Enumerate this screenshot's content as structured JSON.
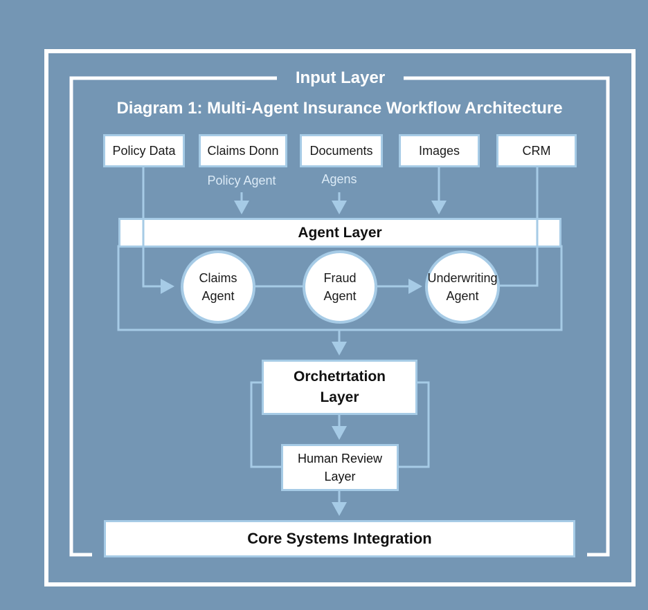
{
  "diagram": {
    "frame_label": "Input Layer",
    "title": "Diagram 1: Multi-Agent Insurance Workflow Architecture",
    "inputs": [
      {
        "label": "Policy Data"
      },
      {
        "label": "Claims Donn"
      },
      {
        "label": "Documents"
      },
      {
        "label": "Images"
      },
      {
        "label": "CRM"
      }
    ],
    "input_sublabels": [
      "Policy Agent",
      "Agens"
    ],
    "agent_layer": {
      "label": "Agent Layer",
      "agents": [
        {
          "line1": "Claims",
          "line2": "Agent"
        },
        {
          "line1": "Fraud",
          "line2": "Agent"
        },
        {
          "line1": "Underwriting",
          "line2": "Agent"
        }
      ]
    },
    "orchestration": {
      "line1": "Orchetrtation",
      "line2": "Layer"
    },
    "human_review": {
      "line1": "Human Review",
      "line2": "Layer"
    },
    "core": {
      "label": "Core Systems Integration"
    },
    "colors": {
      "background": "#7496b4",
      "frame": "#ffffff",
      "connector": "#a6cbe6",
      "node_fill": "#ffffff"
    }
  }
}
